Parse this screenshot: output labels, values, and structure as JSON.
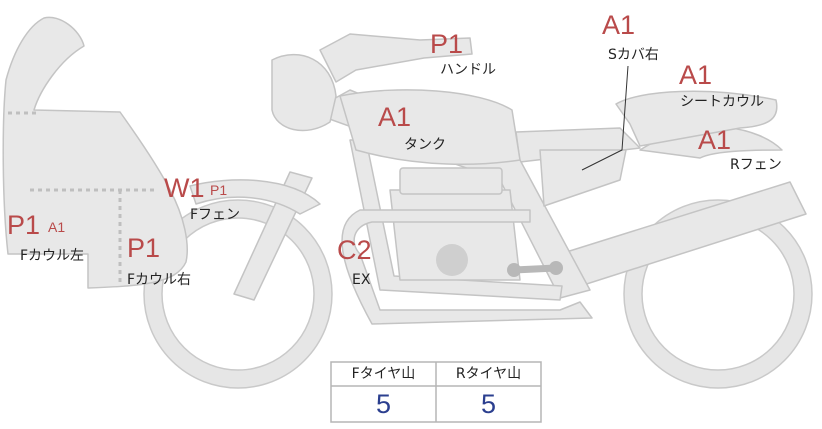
{
  "diagram": {
    "parts": [
      {
        "id": "handle",
        "code": "P1",
        "label": "ハンドル"
      },
      {
        "id": "s-cover-r",
        "code": "A1",
        "label": "Sカバ右"
      },
      {
        "id": "seat-cowl",
        "code": "A1",
        "label": "シートカウル"
      },
      {
        "id": "tank",
        "code": "A1",
        "label": "タンク"
      },
      {
        "id": "r-fender",
        "code": "A1",
        "label": "Rフェン"
      },
      {
        "id": "f-fender",
        "code": "W1",
        "code2": "P1",
        "label": "Fフェン"
      },
      {
        "id": "f-cowl-l",
        "code": "P1",
        "code2": "A1",
        "label": "Fカウル左"
      },
      {
        "id": "f-cowl-r",
        "code": "P1",
        "label": "Fカウル右"
      },
      {
        "id": "ex",
        "code": "C2",
        "label": "EX"
      }
    ]
  },
  "tread_table": {
    "headers": [
      "Fタイヤ山",
      "Rタイヤ山"
    ],
    "values": [
      "5",
      "5"
    ]
  },
  "colors": {
    "body_fill": "#e8e8e8",
    "body_stroke": "#c4c4c4",
    "code_red": "#b94a4a",
    "value_blue": "#2b3f8f",
    "dotted": "#bfbfbf"
  }
}
